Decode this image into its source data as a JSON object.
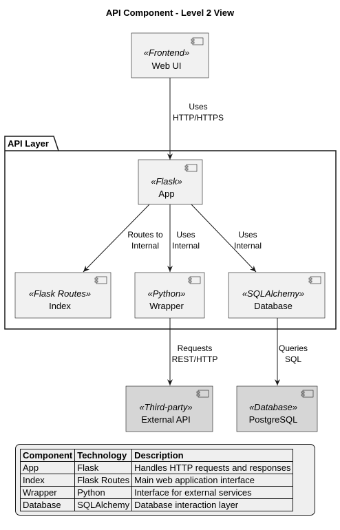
{
  "title": "API Component - Level 2 View",
  "package": {
    "label": "API Layer"
  },
  "components": {
    "webui": {
      "stereotype": "«Frontend»",
      "name": "Web UI"
    },
    "app": {
      "stereotype": "«Flask»",
      "name": "App"
    },
    "index": {
      "stereotype": "«Flask Routes»",
      "name": "Index"
    },
    "wrapper": {
      "stereotype": "«Python»",
      "name": "Wrapper"
    },
    "database": {
      "stereotype": "«SQLAlchemy»",
      "name": "Database"
    },
    "external": {
      "stereotype": "«Third-party»",
      "name": "External API"
    },
    "postgres": {
      "stereotype": "«Database»",
      "name": "PostgreSQL"
    }
  },
  "edges": {
    "webui_app": [
      "Uses",
      "HTTP/HTTPS"
    ],
    "app_index": [
      "Routes to",
      "Internal"
    ],
    "app_wrapper": [
      "Uses",
      "Internal"
    ],
    "app_database": [
      "Uses",
      "Internal"
    ],
    "wrapper_external": [
      "Requests",
      "REST/HTTP"
    ],
    "database_postgres": [
      "Queries",
      "SQL"
    ]
  },
  "legend": {
    "headers": [
      "Component",
      "Technology",
      "Description"
    ],
    "rows": [
      [
        "App",
        "Flask",
        "Handles HTTP requests and responses"
      ],
      [
        "Index",
        "Flask Routes",
        "Main web application interface"
      ],
      [
        "Wrapper",
        "Python",
        "Interface for external services"
      ],
      [
        "Database",
        "SQLAlchemy",
        "Database interaction layer"
      ]
    ]
  },
  "colors": {
    "component_fill": "#f1f1f1",
    "external_fill": "#d6d6d6",
    "stroke": "#181818"
  }
}
